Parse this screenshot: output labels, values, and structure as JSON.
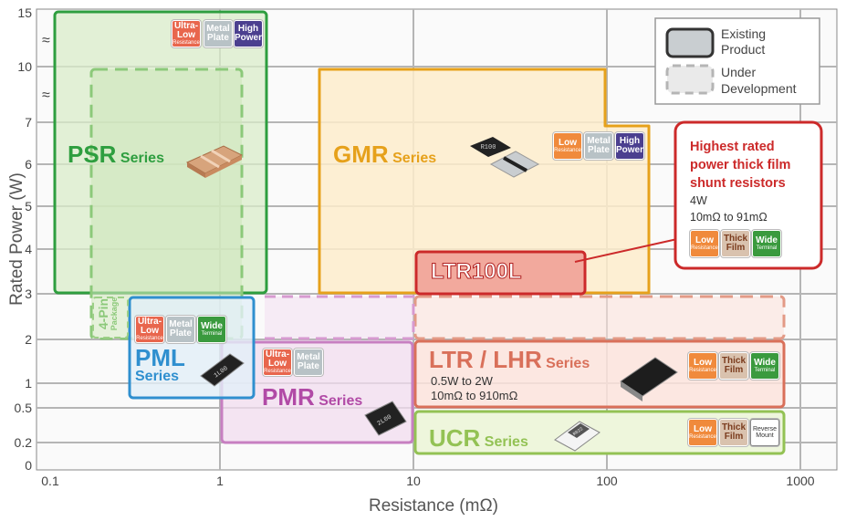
{
  "axes": {
    "x_label": "Resistance (mΩ)",
    "y_label": "Rated Power (W)",
    "x_ticks": [
      "0.1",
      "1",
      "10",
      "100",
      "1000"
    ],
    "y_ticks": [
      "0",
      "0.2",
      "0.5",
      "1",
      "2",
      "3",
      "4",
      "5",
      "6",
      "7",
      "10",
      "15"
    ],
    "break_symbol": "≈"
  },
  "legend": {
    "existing": "Existing Product",
    "existing_l1": "Existing",
    "existing_l2": "Product",
    "under": "Under Development",
    "under_l1": "Under",
    "under_l2": "Development"
  },
  "series": {
    "psr": {
      "name": "PSR",
      "suffix": "Series",
      "color": "#2e9e3f"
    },
    "gmr": {
      "name": "GMR",
      "suffix": "Series",
      "color": "#e6a11b"
    },
    "pml": {
      "name": "PML",
      "suffix": "Series",
      "color": "#2f8fcf"
    },
    "pmr": {
      "name": "PMR",
      "suffix": "Series",
      "color": "#b14aa6"
    },
    "ltr": {
      "name": "LTR / LHR",
      "suffix": "Series",
      "color": "#d9705a",
      "spec1": "0.5W to 2W",
      "spec2": "10mΩ to 910mΩ"
    },
    "ucr": {
      "name": "UCR",
      "suffix": "Series",
      "color": "#93c254"
    },
    "ltr100l": {
      "name": "LTR100L",
      "color": "#cc2a2a"
    },
    "fourpin": {
      "l1": "4-Pin",
      "l2": "Package"
    }
  },
  "callout": {
    "title1": "Highest rated",
    "title2": "power thick film",
    "title3": "shunt resistors",
    "spec1": "4W",
    "spec2": "10mΩ to 91mΩ"
  },
  "badges": {
    "ultra_l1": "Ultra-",
    "ultra_l2": "Low",
    "ultra_l3": "Resistance",
    "metal_l1": "Metal",
    "metal_l2": "Plate",
    "high_l1": "High",
    "high_l2": "Power",
    "low_l1": "Low",
    "low_l2": "Resistance",
    "wide_l1": "Wide",
    "wide_l2": "Terminal",
    "thick_l1": "Thick",
    "thick_l2": "Film",
    "rev_l1": "Reverse",
    "rev_l2": "Mount"
  },
  "chip_marks": {
    "gmr": "R100",
    "pml": "1L00",
    "pmr": "2L00",
    "ucr": "R022"
  }
}
